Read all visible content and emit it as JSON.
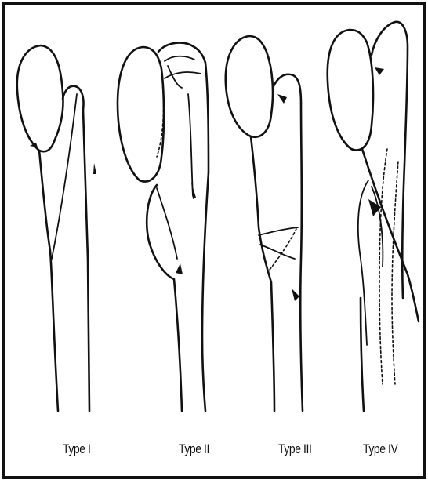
{
  "labels": {
    "type1": "Type I",
    "type2": "Type II",
    "type3": "Type III",
    "type4": "Type IV"
  },
  "colors": {
    "ink": "#111111",
    "background": "#ffffff"
  }
}
